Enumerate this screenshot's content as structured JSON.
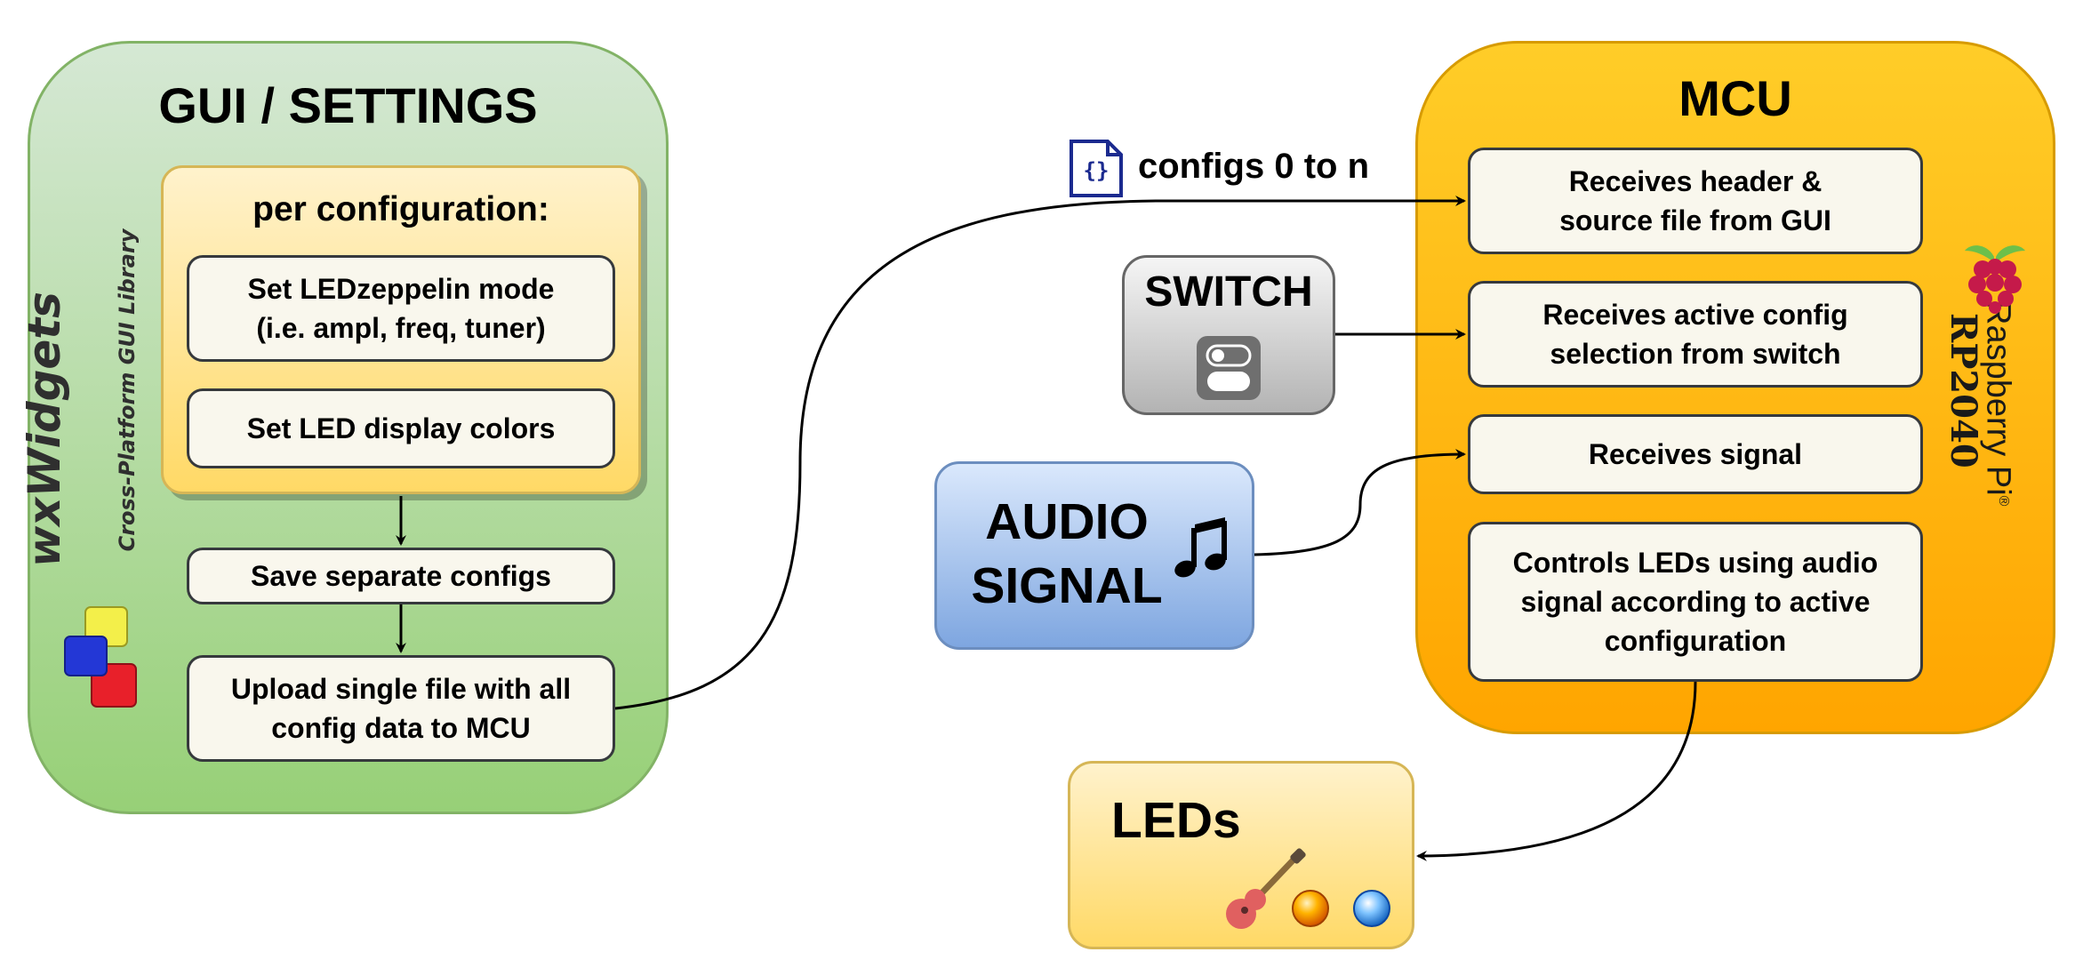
{
  "gui": {
    "title": "GUI / SETTINGS",
    "per_config_title": "per configuration:",
    "steps": [
      "Set LEDzeppelin mode\n(i.e. ampl, freq, tuner)",
      "Set LED display colors",
      "Save separate configs",
      "Upload single file with all\nconfig data to MCU"
    ],
    "logo_name": "wxWidgets",
    "logo_tagline": "Cross-Platform GUI Library"
  },
  "connector_label": {
    "icon": "json-file-icon",
    "text": "configs 0 to n"
  },
  "mcu": {
    "title": "MCU",
    "steps": [
      "Receives header &\nsource file from GUI",
      "Receives active config\nselection from switch",
      "Receives signal",
      "Controls LEDs using audio\nsignal according to active\nconfiguration"
    ],
    "logo_brand": "Raspberry Pi",
    "logo_registered": "®",
    "logo_model": "RP2040"
  },
  "switch": {
    "title": "SWITCH",
    "icon": "toggle-switch-icon"
  },
  "audio": {
    "title": "AUDIO\nSIGNAL",
    "icon": "music-note-icon"
  },
  "leds": {
    "title": "LEDs",
    "icons": [
      "guitar-icon",
      "orange-led-icon",
      "blue-led-icon"
    ]
  },
  "colors": {
    "gui_fill_top": "#d5e8d4",
    "gui_fill_bottom": "#97d077",
    "mcu_fill_top": "#ffcd28",
    "mcu_fill_bottom": "#ffa500",
    "audio_fill": "#7ea6e0",
    "switch_fill": "#b3b3b3",
    "leds_fill": "#ffd966",
    "step_fill": "#f9f7ed",
    "json_icon": "#1b2a8f",
    "raspberry": "#c51a4a"
  }
}
